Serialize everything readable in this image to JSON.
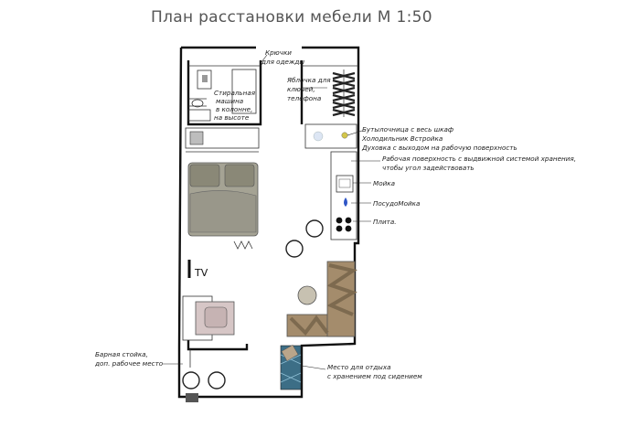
{
  "title": "План расстановки мебели М 1:50",
  "labels": {
    "hooks": [
      "Крючки",
      "для одежды"
    ],
    "washer": [
      "Стиральная",
      "машина",
      "в колонне,",
      "на высоте"
    ],
    "keys": [
      "Яблочка для",
      "ключей,",
      "телефона"
    ],
    "kitchen_top": [
      "Бутылочница с весь шкаф",
      "Холодильник Встройка",
      "Духовка с выходом на рабочую поверхность"
    ],
    "worktop": [
      "Рабочая поверхность с выдвижной системой хранения,",
      "чтобы угол задействовать"
    ],
    "sink": "Мойка",
    "dishwasher": "ПосудоМойка",
    "stove": "Плита.",
    "bar": [
      "Барная стойка,",
      "доп. рабочее место"
    ],
    "rest": [
      "Место для отдыха",
      "с хранением  под сидением"
    ],
    "tv": "TV"
  },
  "colors": {
    "wall": "#111111",
    "bed": "#a5a394",
    "bed_head": "#8a8877",
    "sofa": "#a48c6c",
    "sofa_dark": "#7d6a4f",
    "rug": "#c7c1b1",
    "armchair": "#d6c6c6",
    "tile": "#3c6e86",
    "dishwasher_drop": "#2f56c6",
    "dark_tile": "#555555"
  }
}
